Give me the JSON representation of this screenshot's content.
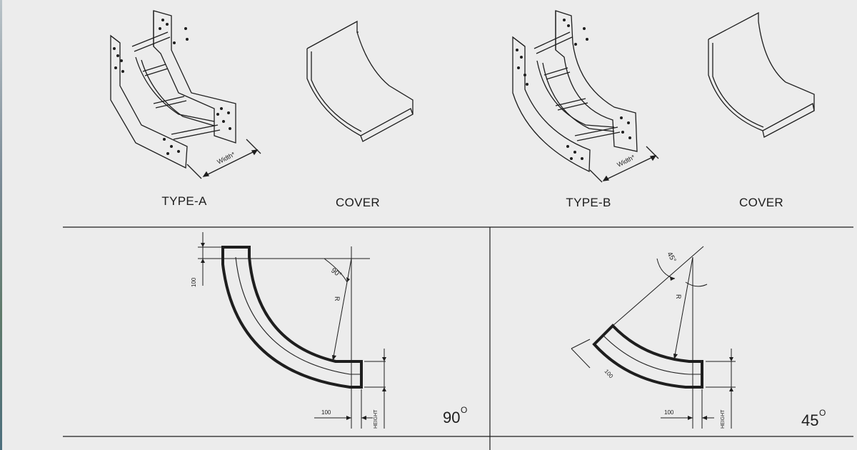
{
  "top_row": {
    "type_a_label": "TYPE-A",
    "cover_a_label": "COVER",
    "type_b_label": "TYPE-B",
    "cover_b_label": "COVER",
    "width_label": "Width*"
  },
  "bottom_left": {
    "dim_100_vertical": "100",
    "angle_label": "90°",
    "radius_label": "R",
    "dim_100_horizontal": "100",
    "height_label": "HEIGHT",
    "big_angle": "90",
    "degree_mark": "O"
  },
  "bottom_right": {
    "angle_label": "45°",
    "radius_label": "R",
    "dim_100_diagonal": "100",
    "dim_100_horizontal": "100",
    "height_label": "HEIGHT",
    "big_angle": "45",
    "degree_mark": "O"
  },
  "colors": {
    "paper": "#ececec",
    "ink": "#1e1e1e"
  }
}
